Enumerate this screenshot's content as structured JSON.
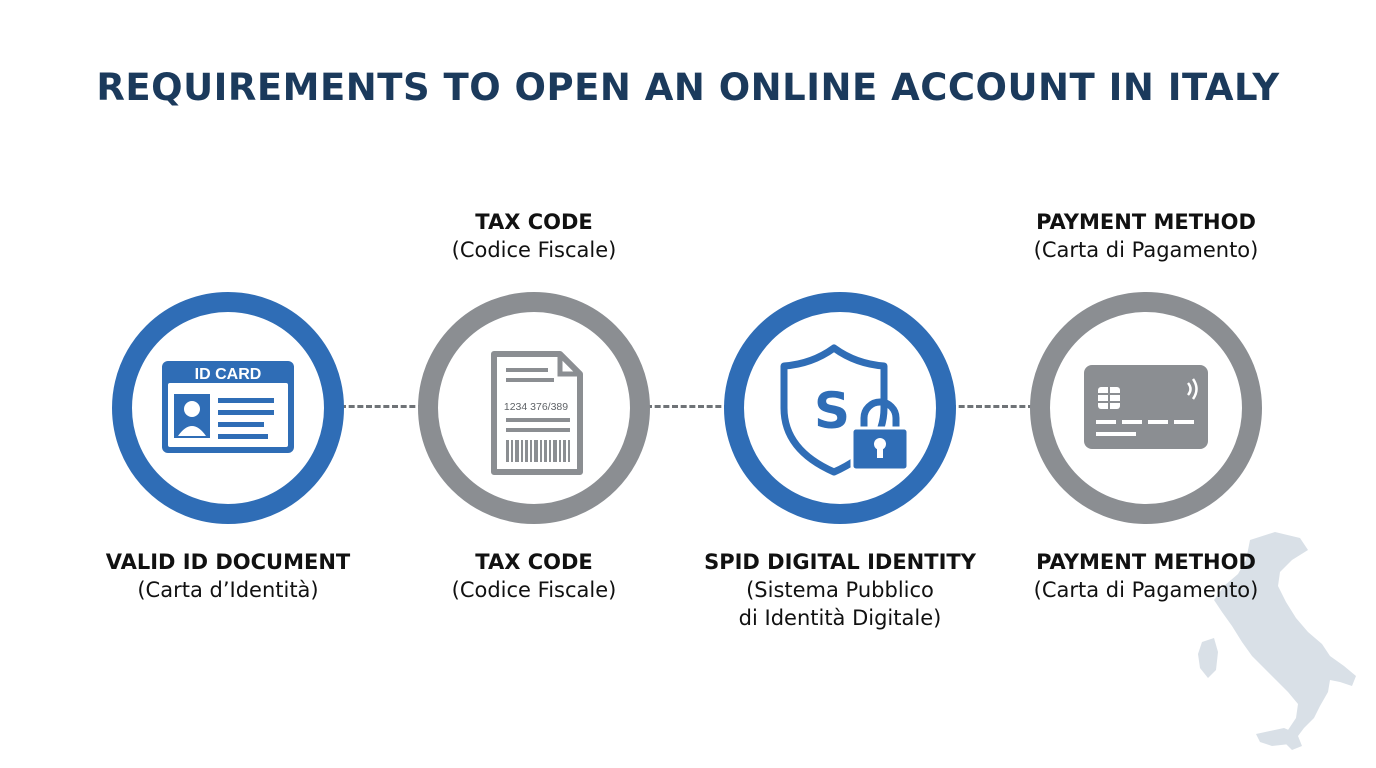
{
  "title": "REQUIREMENTS TO OPEN AN ONLINE ACCOUNT IN ITALY",
  "colors": {
    "blue": "#2f6db6",
    "grey": "#8b8e92",
    "title": "#1b3a5c",
    "map": "#d9e0e7"
  },
  "top_labels": [
    {
      "name": "TAX CODE",
      "sub": "(Codice Fiscale)"
    },
    {
      "name": "PAYMENT METHOD",
      "sub": "(Carta di Pagamento)"
    }
  ],
  "steps": [
    {
      "icon": "id-card-icon",
      "ring": "blue",
      "icon_text": "ID CARD",
      "name": "VALID ID DOCUMENT",
      "sub": [
        "(Carta d’Identità)"
      ]
    },
    {
      "icon": "tax-document-icon",
      "ring": "grey",
      "icon_text": "1234 376/389",
      "name": "TAX CODE",
      "sub": [
        "(Codice Fiscale)"
      ]
    },
    {
      "icon": "shield-lock-icon",
      "ring": "blue",
      "icon_text": "S",
      "name": "SPID DIGITAL IDENTITY",
      "sub": [
        "(Sistema Pubblico",
        "di Identità Digitale)"
      ]
    },
    {
      "icon": "credit-card-icon",
      "ring": "grey",
      "icon_text": "",
      "name": "PAYMENT METHOD",
      "sub": [
        "(Carta di Pagamento)"
      ]
    }
  ]
}
